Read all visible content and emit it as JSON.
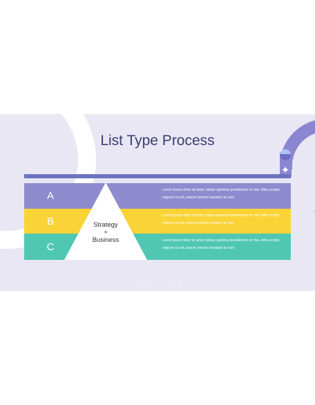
{
  "slide": {
    "title": "List Type Process",
    "center_label_line1": "Strategy",
    "center_label_line2": "+",
    "center_label_line3": "Business",
    "watermark": "GILLLSHOP"
  },
  "rows": [
    {
      "letter": "A",
      "text": "Lorem ipsum dolor sit amet, tantas aperibus posidonium no has. Altra scripta regione no est, assum inermis tractatos te nam",
      "color": "#8f8bcf"
    },
    {
      "letter": "B",
      "text": "Lorem ipsum dolor sit amet, tantas aperibus posidonium no has. Altra scripta regione no est, assum inermis tractatos te nam",
      "color": "#fad336"
    },
    {
      "letter": "C",
      "text": "Lorem ipsum dolor sit amet, tantas aperibus posidonium no has. Altra scripta regione no est, assum inermis tractatos te nam",
      "color": "#4fc7b3"
    }
  ],
  "colors": {
    "background": "#e8e7f3",
    "title": "#3b3d72",
    "bar": "#6c73bf",
    "pipe": "#8c86d2"
  },
  "icons": {
    "sparkle": "sparkle-icon"
  }
}
